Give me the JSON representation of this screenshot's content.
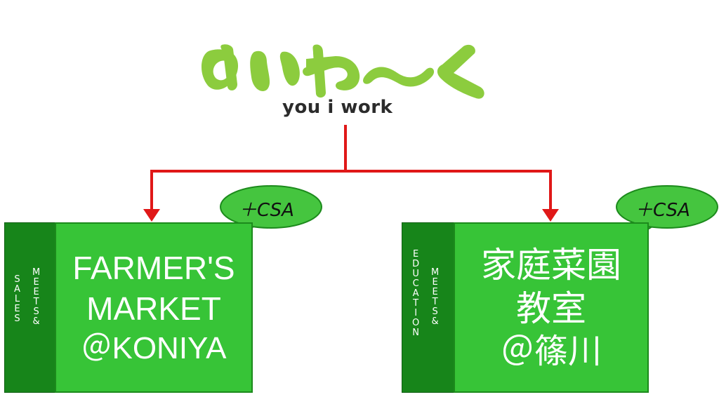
{
  "colors": {
    "arrow": "#e01818",
    "logo_green": "#8ccc3e",
    "box_green": "#37c437",
    "side_green": "#17851a",
    "bubble_green": "#45c53f"
  },
  "logo": {
    "text": "ゆいわ〜く",
    "subtitle": "you i work"
  },
  "branches": [
    {
      "side_label": {
        "col1": "SALES",
        "col2": "MEETS&"
      },
      "lines": [
        "FARMER'S",
        "MARKET",
        "＠KONIYA"
      ],
      "bubble": "＋CSA"
    },
    {
      "side_label": {
        "col1": "EDUCATION",
        "col2": "MEETS&"
      },
      "lines": [
        "家庭菜園",
        "教室",
        "＠篠川"
      ],
      "bubble": "＋CSA"
    }
  ]
}
